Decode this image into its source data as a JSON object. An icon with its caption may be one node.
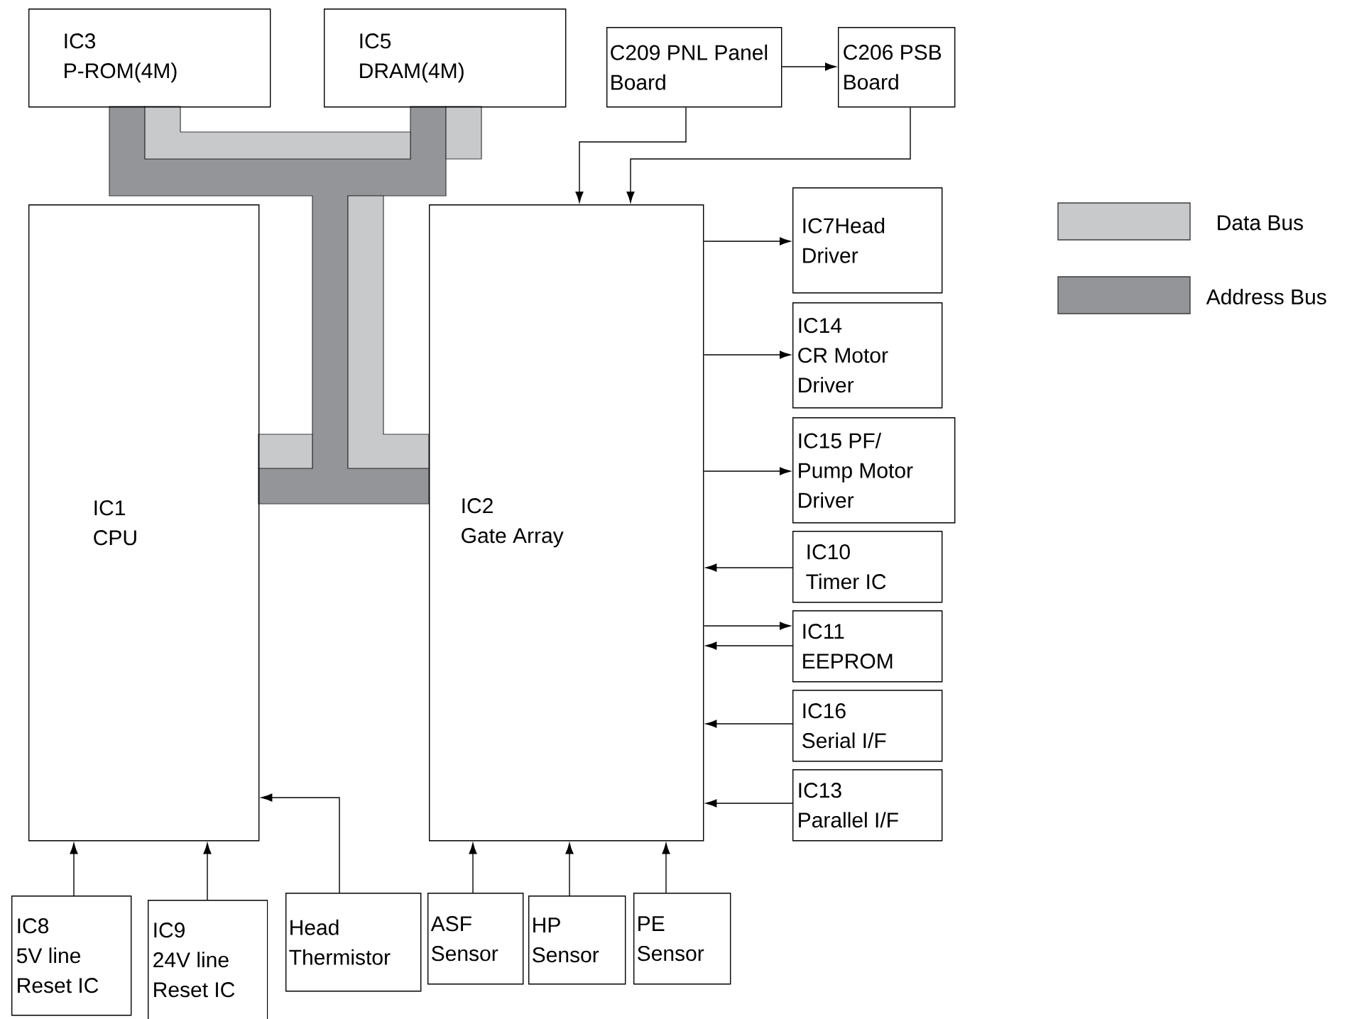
{
  "diagram": {
    "nodes": [
      {
        "text": [
          "IC3 P-ROM(4M)"
        ]
      },
      {
        "text": [
          "IC5 DRAM(4M)"
        ]
      },
      {
        "text": [
          "C209 PNL Panel Board"
        ]
      },
      {
        "text": [
          "C206 PSB Board"
        ]
      },
      {
        "text": [
          "IC1 CPU"
        ]
      },
      {
        "text": [
          "IC2 Gate Array"
        ]
      },
      {
        "text": [
          "IC7Head Driver"
        ]
      },
      {
        "text": [
          "IC14 CR Motor Driver"
        ]
      },
      {
        "text": [
          "IC15 PF/ Pump Motor Driver"
        ]
      },
      {
        "text": [
          "IC10 Timer IC"
        ]
      },
      {
        "text": [
          "IC11 EEPROM"
        ]
      },
      {
        "text": [
          "IC16 Serial I/F"
        ]
      },
      {
        "text": [
          "IC13 Parallel I/F"
        ]
      },
      {
        "text": [
          "IC8 5V line Reset IC"
        ]
      },
      {
        "text": [
          "IC9 24V line Reset IC"
        ]
      },
      {
        "text": [
          "Head Thermistor"
        ]
      },
      {
        "text": [
          "ASF Sensor"
        ]
      },
      {
        "text": [
          "HP Sensor"
        ]
      },
      {
        "text": [
          "PE Sensor"
        ]
      }
    ],
    "edges": [
      {
        "from": 2,
        "to": 3,
        "arrow": "to"
      },
      {
        "from": 2,
        "to": 5,
        "arrow": "to"
      },
      {
        "from": 3,
        "to": 5,
        "arrow": "to"
      },
      {
        "from": 5,
        "to": 6,
        "arrow": "to"
      },
      {
        "from": 5,
        "to": 7,
        "arrow": "to"
      },
      {
        "from": 5,
        "to": 8,
        "arrow": "to"
      },
      {
        "from": 9,
        "to": 5,
        "arrow": "to"
      },
      {
        "from": 5,
        "to": 10,
        "arrow": "to"
      },
      {
        "from": 10,
        "to": 5,
        "arrow": "to"
      },
      {
        "from": 11,
        "to": 5,
        "arrow": "to"
      },
      {
        "from": 12,
        "to": 5,
        "arrow": "to"
      },
      {
        "from": 13,
        "to": 4,
        "arrow": "to"
      },
      {
        "from": 14,
        "to": 4,
        "arrow": "to"
      },
      {
        "from": 15,
        "to": 4,
        "arrow": "to"
      },
      {
        "from": 16,
        "to": 5,
        "arrow": "to"
      },
      {
        "from": 17,
        "to": 5,
        "arrow": "to"
      },
      {
        "from": 18,
        "to": 5,
        "arrow": "to"
      }
    ],
    "legend": [
      {
        "text": "Data Bus",
        "color": "#c8c9cb"
      },
      {
        "text": "Address Bus",
        "color": "#939598"
      }
    ]
  }
}
